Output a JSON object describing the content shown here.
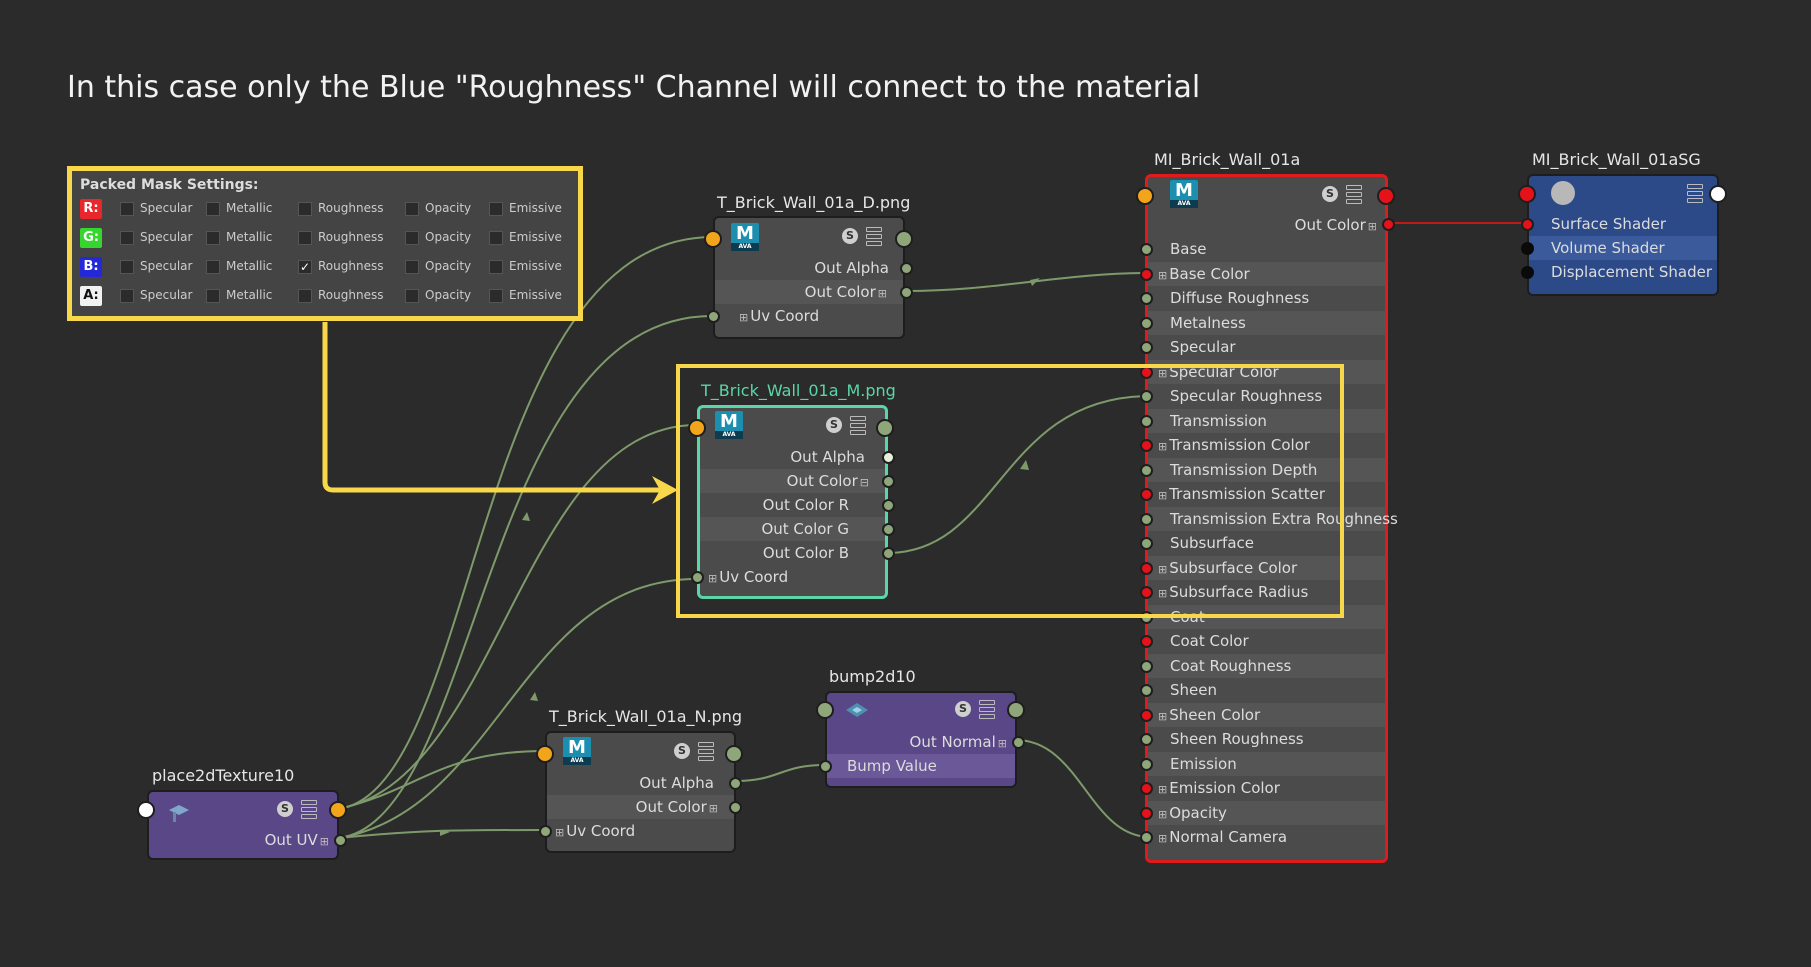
{
  "caption": "In this case only the Blue \"Roughness\" Channel will connect to the material",
  "packed_mask": {
    "title": "Packed Mask Settings:",
    "options": [
      "Specular",
      "Metallic",
      "Roughness",
      "Opacity",
      "Emissive"
    ],
    "channels": [
      {
        "label": "R:",
        "color": "#e8262b",
        "text_color": "#ffffff",
        "checked": []
      },
      {
        "label": "G:",
        "color": "#37d62e",
        "text_color": "#ffffff",
        "checked": []
      },
      {
        "label": "B:",
        "color": "#2528d9",
        "text_color": "#ffffff",
        "checked": [
          "Roughness"
        ]
      },
      {
        "label": "A:",
        "color": "#f2f2f2",
        "text_color": "#111111",
        "checked": []
      }
    ]
  },
  "nodes": {
    "diffuse_tex": {
      "title": "T_Brick_Wall_01a_D.png",
      "rows": [
        "Out Alpha",
        "Out Color",
        "Uv Coord"
      ]
    },
    "mask_tex": {
      "title": "T_Brick_Wall_01a_M.png",
      "rows": [
        "Out Alpha",
        "Out Color",
        "Out Color R",
        "Out Color G",
        "Out Color B",
        "Uv Coord"
      ]
    },
    "normal_tex": {
      "title": "T_Brick_Wall_01a_N.png",
      "rows": [
        "Out Alpha",
        "Out Color",
        "Uv Coord"
      ]
    },
    "place2d": {
      "title": "place2dTexture10",
      "rows": [
        "Out UV"
      ]
    },
    "bump": {
      "title": "bump2d10",
      "rows": [
        "Out Normal",
        "Bump Value"
      ]
    },
    "material": {
      "title": "MI_Brick_Wall_01a",
      "out": "Out Color",
      "attributes": [
        "Base",
        "Base Color",
        "Diffuse Roughness",
        "Metalness",
        "Specular",
        "Specular Color",
        "Specular Roughness",
        "Transmission",
        "Transmission Color",
        "Transmission Depth",
        "Transmission Scatter",
        "Transmission Extra Roughness",
        "Subsurface",
        "Subsurface Color",
        "Subsurface Radius",
        "Coat",
        "Coat Color",
        "Coat Roughness",
        "Sheen",
        "Sheen Color",
        "Sheen Roughness",
        "Emission",
        "Emission Color",
        "Opacity",
        "Normal Camera"
      ]
    },
    "shading_group": {
      "title": "MI_Brick_Wall_01aSG",
      "rows": [
        "Surface Shader",
        "Volume Shader",
        "Displacement Shader"
      ]
    }
  },
  "icons": {
    "texture": "M",
    "texture_sub": "AVA",
    "swatch": "S"
  },
  "colors": {
    "highlight": "#f8d84a",
    "material_border": "#e01b1b",
    "mask_node_border": "#5ad6a8",
    "wire": "#7e9a6b",
    "red_wire": "#c21a1a"
  }
}
